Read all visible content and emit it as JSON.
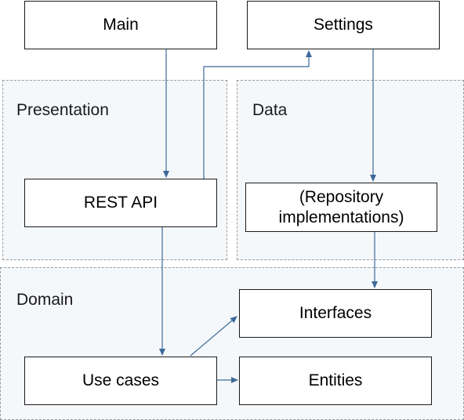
{
  "layers": {
    "presentation": {
      "label": "Presentation"
    },
    "data": {
      "label": "Data"
    },
    "domain": {
      "label": "Domain"
    }
  },
  "boxes": {
    "main": {
      "label": "Main"
    },
    "settings": {
      "label": "Settings"
    },
    "rest_api": {
      "label": "REST API"
    },
    "repository_line1": {
      "label": "(Repository"
    },
    "repository_line2": {
      "label": "implementations)"
    },
    "interfaces": {
      "label": "Interfaces"
    },
    "use_cases": {
      "label": "Use cases"
    },
    "entities": {
      "label": "Entities"
    }
  },
  "colors": {
    "arrow": "#3d6a9a",
    "layer_border": "#9a9a9a",
    "layer_fill": "#f5f8fb"
  }
}
